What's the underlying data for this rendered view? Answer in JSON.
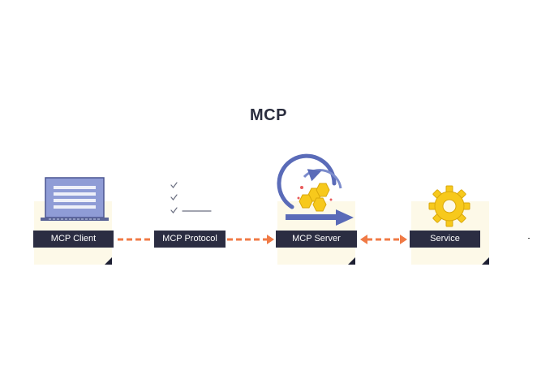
{
  "diagram": {
    "title": "MCP",
    "nodes": {
      "client": {
        "label": "MCP Client",
        "icon": "laptop-icon"
      },
      "protocol": {
        "label": "MCP Protocol",
        "icon": "checklist-icon"
      },
      "server": {
        "label": "MCP Server",
        "icon": "hexagon-cycle-icon"
      },
      "service": {
        "label": "Service",
        "icon": "gear-icon"
      }
    },
    "colors": {
      "label_bg": "#2b2d42",
      "card_bg": "#fdf9e8",
      "arrow": "#f07a45",
      "screen": "#8f9cd6",
      "gear": "#f7c91c",
      "cycle_arrow": "#5a6bb8"
    }
  }
}
